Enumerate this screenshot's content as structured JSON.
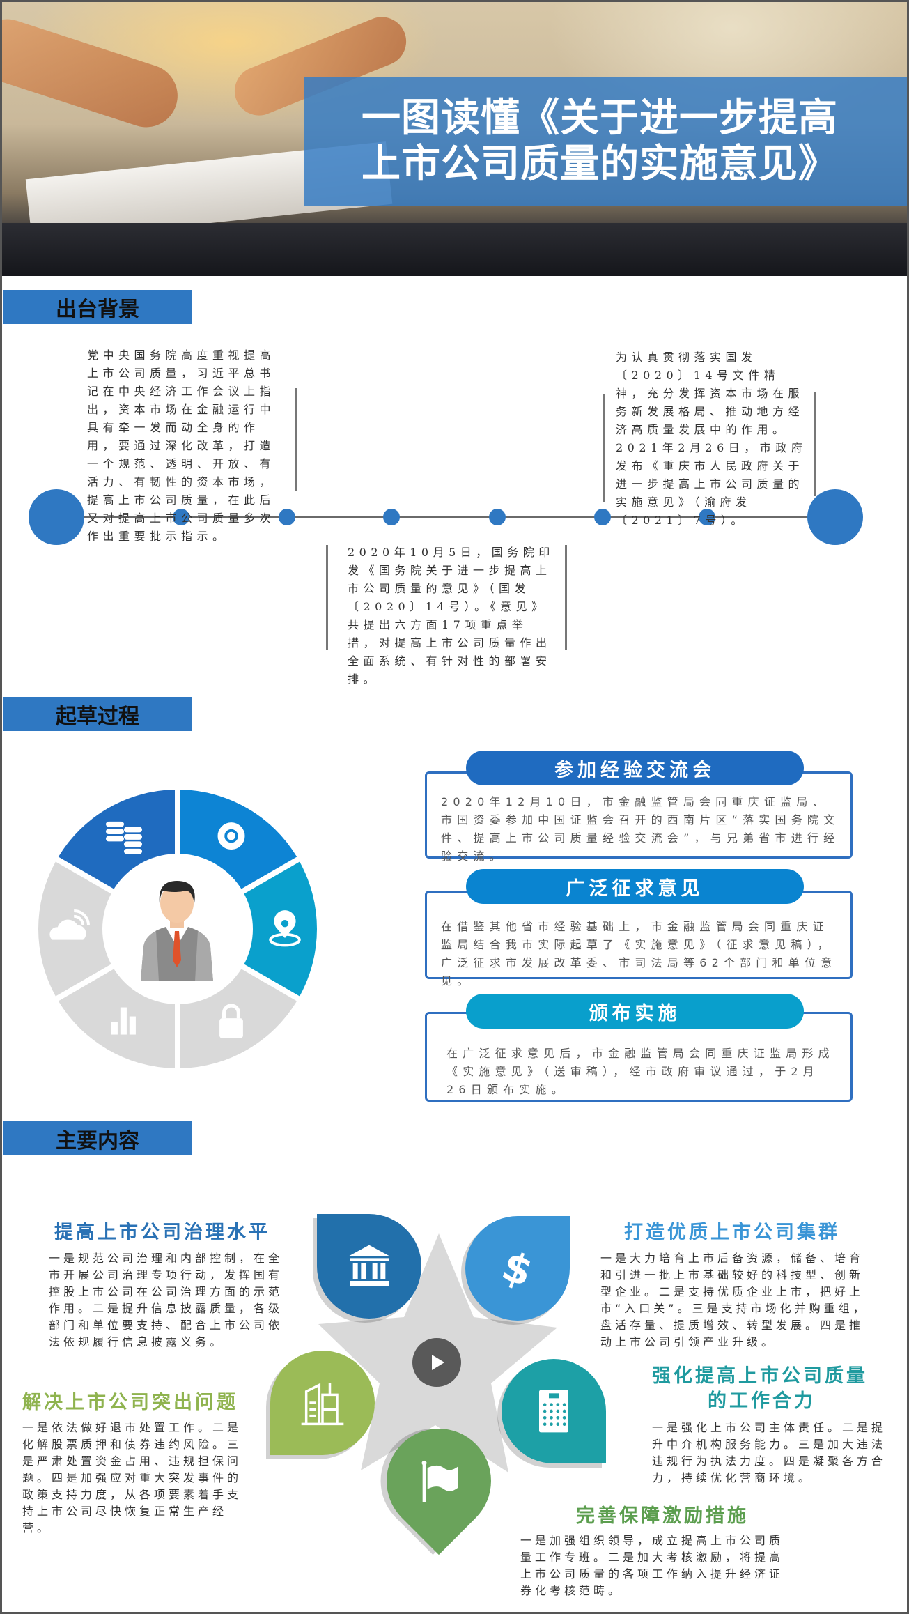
{
  "header": {
    "title_line1": "一图读懂《关于进一步提高",
    "title_line2": "上市公司质量的实施意见》"
  },
  "sections": {
    "background": {
      "label": "出台背景",
      "items": [
        "党中央国务院高度重视提高上市公司质量，习近平总书记在中央经济工作会议上指出，资本市场在金融运行中具有牵一发而动全身的作用，要通过深化改革，打造一个规范、透明、开放、有活力、有韧性的资本市场，提高上市公司质量，在此后又对提高上市公司质量多次作出重要批示指示。",
        "2020年10月5日，国务院印发《国务院关于进一步提高上市公司质量的意见》（国发〔2020〕14号）。《意见》共提出六方面17项重点举措，对提高上市公司质量作出全面系统、有针对性的部署安排。",
        "为认真贯彻落实国发〔2020〕14号文件精神，充分发挥资本市场在服务新发展格局、推动地方经济高质量发展中的作用。2021年2月26日，市政府发布《重庆市人民政府关于进一步提高上市公司质量的实施意见》（渝府发〔2021〕7号）。"
      ]
    },
    "drafting": {
      "label": "起草过程",
      "cards": [
        {
          "title": "参加经验交流会",
          "text": "2020年12月10日，市金融监管局会同重庆证监局、市国资委参加中国证监会召开的西南片区“落实国务院文件、提高上市公司质量经验交流会”，与兄弟省市进行经验交流。",
          "color": "#1f6bc0"
        },
        {
          "title": "广泛征求意见",
          "text": "在借鉴其他省市经验基础上，市金融监管局会同重庆证监局结合我市实际起草了《实施意见》（征求意见稿），广泛征求市发展改革委、市司法局等62个部门和单位意见。",
          "color": "#0a84d0"
        },
        {
          "title": "颁布实施",
          "text": "在广泛征求意见后，市金融监管局会同重庆证监局形成《实施意见》（送审稿），经市政府审议通过，于2月26日颁布实施。",
          "color": "#099fcc"
        }
      ],
      "ring": [
        {
          "icon": "gear-icon",
          "color": "#0d84d4"
        },
        {
          "icon": "location-icon",
          "color": "#0aa0cc"
        },
        {
          "icon": "lock-icon",
          "color": "#d9d9d9"
        },
        {
          "icon": "bar-chart-icon",
          "color": "#d9d9d9"
        },
        {
          "icon": "cloud-icon",
          "color": "#d9d9d9"
        },
        {
          "icon": "coins-icon",
          "color": "#1f6bbf"
        }
      ]
    },
    "content": {
      "label": "主要内容",
      "items": [
        {
          "title": "提高上市公司治理水平",
          "text": "一是规范公司治理和内部控制，在全市开展公司治理专项行动，发挥国有控股上市公司在公司治理方面的示范作用。二是提升信息披露质量，各级部门和单位要支持、配合上市公司依法依规履行信息披露义务。",
          "color": "#2a72b5"
        },
        {
          "title": "打造优质上市公司集群",
          "text": "一是大力培育上市后备资源，储备、培育和引进一批上市基础较好的科技型、创新型企业。二是支持优质企业上市，把好上市“入口关”。三是支持市场化并购重组，盘活存量、提质增效、转型发展。四是推动上市公司引领产业升级。",
          "color": "#3a95d6"
        },
        {
          "title": "解决上市公司突出问题",
          "text": "一是依法做好退市处置工作。二是化解股票质押和债券违约风险。三是严肃处置资金占用、违规担保问题。四是加强应对重大突发事件的政策支持力度，从各项要素着手支持上市公司尽快恢复正常生产经营。",
          "color": "#8fb34f"
        },
        {
          "title": "强化提高上市公司质量",
          "title2": "的工作合力",
          "text": "一是强化上市公司主体责任。二是提升中介机构服务能力。三是加大违法违规行为执法力度。四是凝聚各方合力，持续优化营商环境。",
          "color": "#1f9a9f"
        },
        {
          "title": "完善保障激励措施",
          "text": "一是加强组织领导，成立提高上市公司质量工作专班。二是加大考核激励，将提高上市公司质量的各项工作纳入提升经济证券化考核范畴。",
          "color": "#5c9e4f"
        }
      ]
    }
  }
}
